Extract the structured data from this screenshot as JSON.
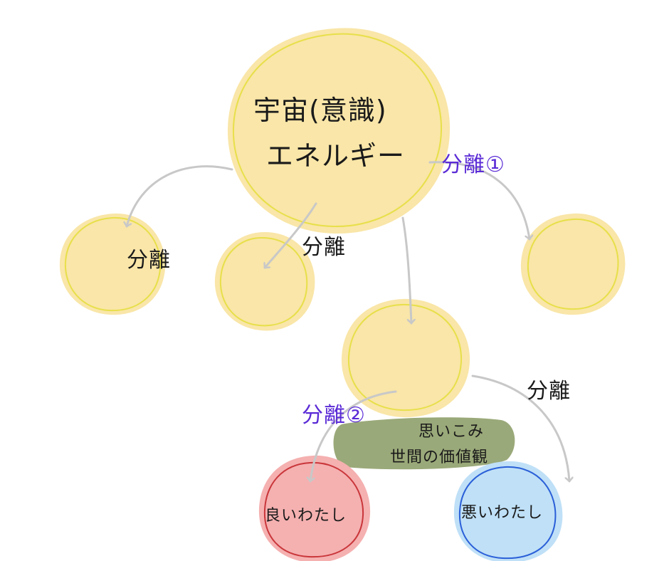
{
  "labels": {
    "main_line1": "宇宙(意識)",
    "main_line2": "エネルギー",
    "split_plain_1": "分離",
    "split_plain_2": "分離",
    "split_plain_3": "分離",
    "split_1": "分離①",
    "split_2": "分離②",
    "belief_line1": "思いこみ",
    "belief_line2": "世間の価値観",
    "good_me": "良いわたし",
    "bad_me": "悪いわたし"
  },
  "colors": {
    "bubble_fill": "#f9e6a8",
    "bubble_outline": "#e8df4a",
    "good_fill": "#f5b0b0",
    "good_outline": "#c9363a",
    "bad_fill": "#bfe0f7",
    "bad_outline": "#2a5fd8",
    "belief_fill": "#8fa06a",
    "arrow": "#c8c8c8",
    "accent_text": "#5a2bd6"
  }
}
